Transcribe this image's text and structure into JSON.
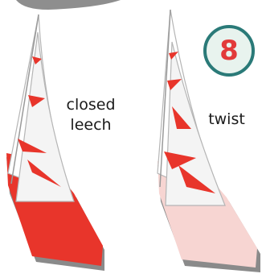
{
  "figure": {
    "step_number": "8",
    "left_caption_line1": "closed",
    "left_caption_line2": "leech",
    "right_caption": "twist"
  },
  "colors": {
    "accent_red": "#e8352b",
    "pale_red": "#f7d5d2",
    "hull_grey": "#8e8e8e",
    "badge_ring": "#2a7a78",
    "badge_fill": "#e8f3ee"
  }
}
